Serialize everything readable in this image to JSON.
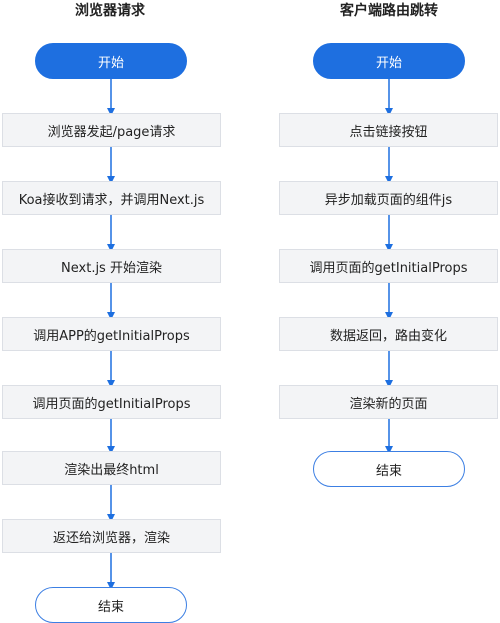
{
  "left_flow": {
    "title": "浏览器请求",
    "start": "开始",
    "steps": [
      "浏览器发起/page请求",
      "Koa接收到请求，并调用Next.js",
      "Next.js 开始渲染",
      "调用APP的getInitialProps",
      "调用页面的getInitialProps",
      "渲染出最终html",
      "返还给浏览器，渲染"
    ],
    "end": "结束"
  },
  "right_flow": {
    "title": "客户端路由跳转",
    "start": "开始",
    "steps": [
      "点击链接按钮",
      "异步加载页面的组件js",
      "调用页面的getInitialProps",
      "数据返回，路由变化",
      "渲染新的页面"
    ],
    "end": "结束"
  },
  "colors": {
    "primary": "#1e6fe0",
    "arrow": "#1e6fe0",
    "step_fill": "#f3f4f6",
    "step_border": "#dcdfe5",
    "end_border": "#3c7fe3"
  }
}
